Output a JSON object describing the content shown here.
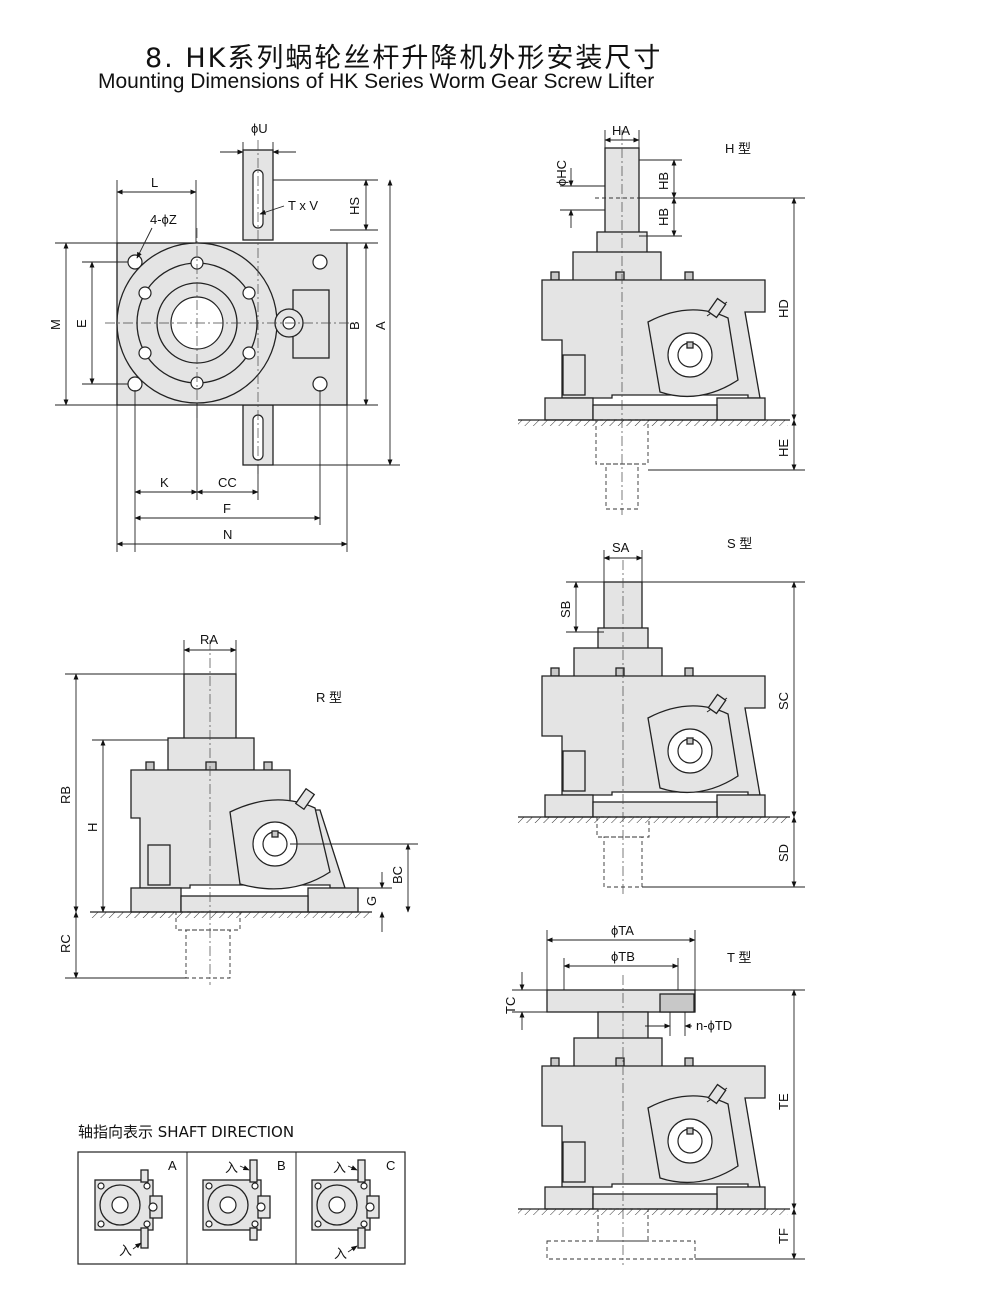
{
  "header": {
    "title_cn": "8. HK系列蜗轮丝杆升降机外形安装尺寸",
    "title_en": "Mounting Dimensions of HK Series Worm Gear Screw Lifter"
  },
  "top_view": {
    "labels": {
      "U": "ϕU",
      "L": "L",
      "Z": "4-ϕZ",
      "TxV": "T x V",
      "HS": "HS",
      "M": "M",
      "E": "E",
      "B": "B",
      "A": "A",
      "K": "K",
      "CC": "CC",
      "F": "F",
      "N": "N"
    }
  },
  "h_type": {
    "type_label": "H 型",
    "labels": {
      "HA": "HA",
      "HC": "ϕHC",
      "HB1": "HB",
      "HB2": "HB",
      "HD": "HD",
      "HE": "HE"
    }
  },
  "s_type": {
    "type_label": "S 型",
    "labels": {
      "SA": "SA",
      "SB": "SB",
      "SC": "SC",
      "SD": "SD"
    }
  },
  "r_type": {
    "type_label": "R 型",
    "labels": {
      "RA": "RA",
      "RB": "RB",
      "H": "H",
      "RC": "RC",
      "BC": "BC",
      "G": "G"
    }
  },
  "t_type": {
    "type_label": "T 型",
    "labels": {
      "TA": "ϕTA",
      "TB": "ϕTB",
      "TC": "TC",
      "TD": "n-ϕTD",
      "TE": "TE",
      "TF": "TF"
    }
  },
  "shaft_direction": {
    "label": "轴指向表示  SHAFT  DIRECTION",
    "panels": [
      {
        "letter": "A",
        "mark": "入"
      },
      {
        "letter": "B",
        "mark": "入"
      },
      {
        "letter": "C",
        "mark": "入"
      }
    ],
    "extra_mark": "入"
  }
}
